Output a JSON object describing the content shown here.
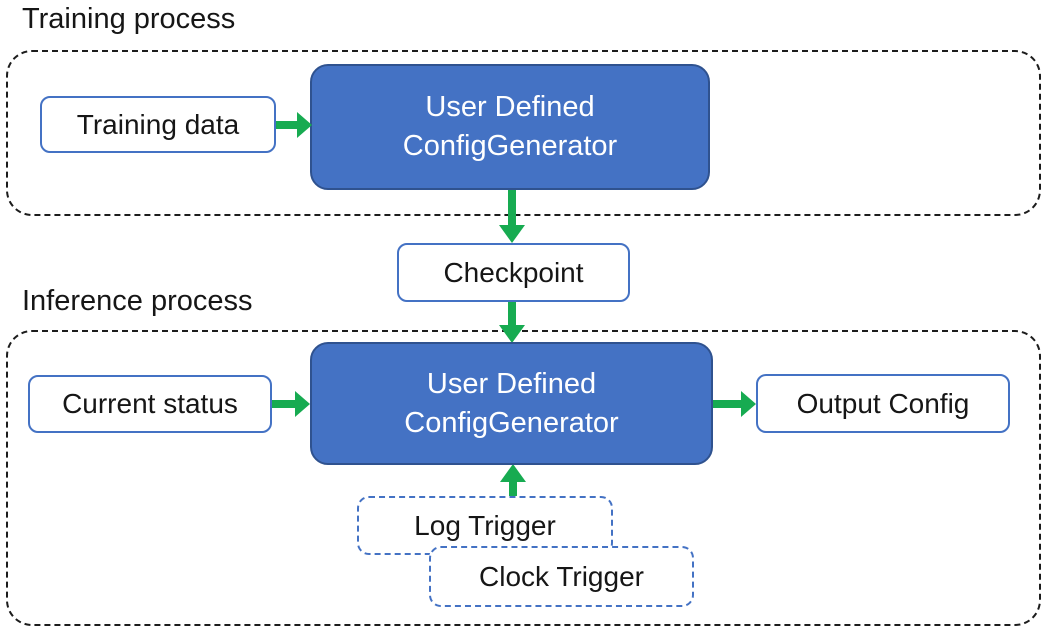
{
  "diagram": {
    "training": {
      "title": "Training process",
      "input_label": "Training data",
      "generator_line1": "User Defined",
      "generator_line2": "ConfigGenerator"
    },
    "checkpoint_label": "Checkpoint",
    "inference": {
      "title": "Inference process",
      "input_label": "Current status",
      "generator_line1": "User Defined",
      "generator_line2": "ConfigGenerator",
      "output_label": "Output Config",
      "log_trigger_label": "Log Trigger",
      "clock_trigger_label": "Clock Trigger"
    },
    "colors": {
      "generator_fill": "#4472C4",
      "generator_border": "#2F528F",
      "io_box_border": "#4472C4",
      "trigger_border": "#4472C4",
      "arrow_green": "#17AB51",
      "container_border": "#1C1C1C",
      "text_dark": "#161616",
      "text_light": "#FFFFFF"
    }
  }
}
